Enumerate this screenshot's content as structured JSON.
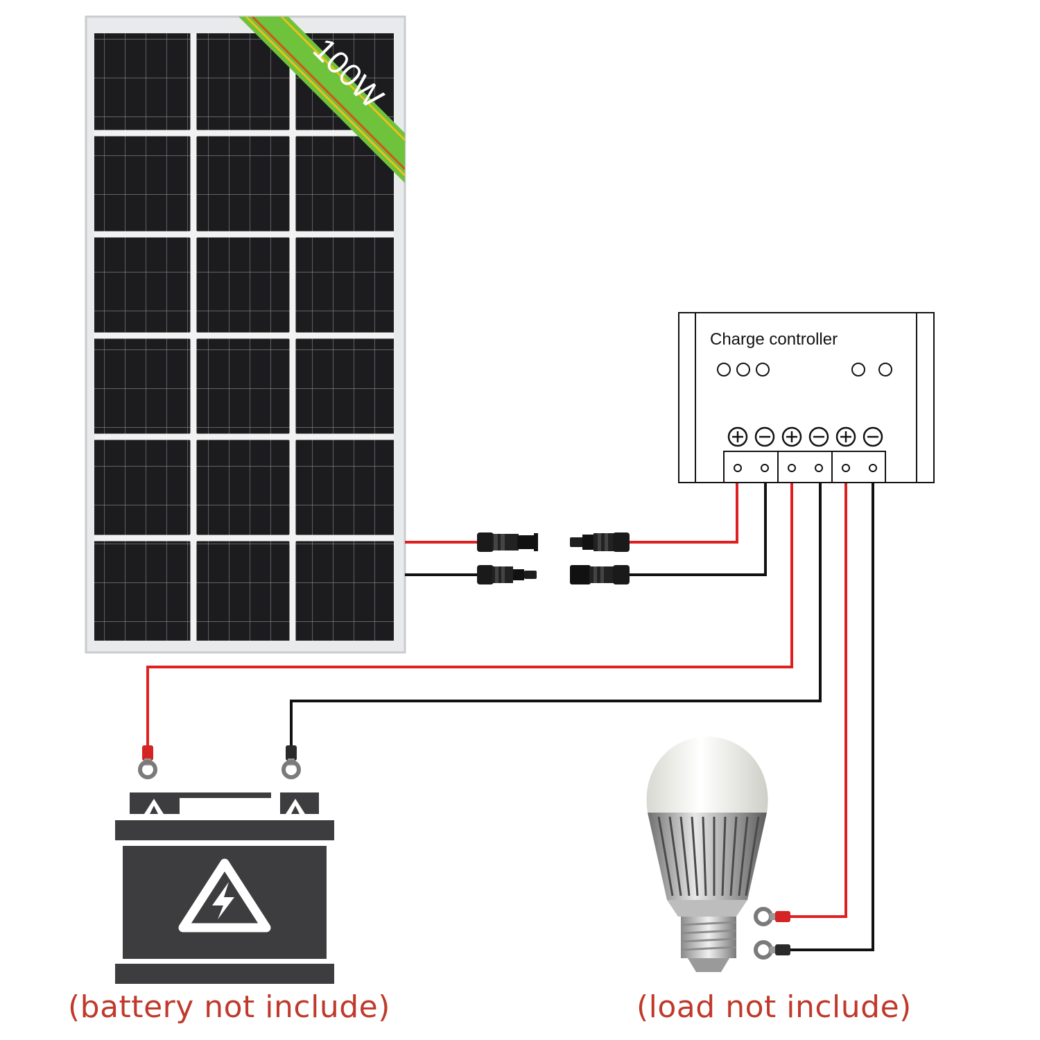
{
  "panel": {
    "badge": "100W",
    "badge_color": "#6fc23c"
  },
  "controller": {
    "title": "Charge controller",
    "terminal_signs": [
      "+",
      "−",
      "+",
      "−",
      "+",
      "−"
    ]
  },
  "captions": {
    "battery": "(battery not include)",
    "load": "(load not include)",
    "color": "#c0392b"
  },
  "wire_colors": {
    "positive": "#e02020",
    "negative": "#111111"
  }
}
